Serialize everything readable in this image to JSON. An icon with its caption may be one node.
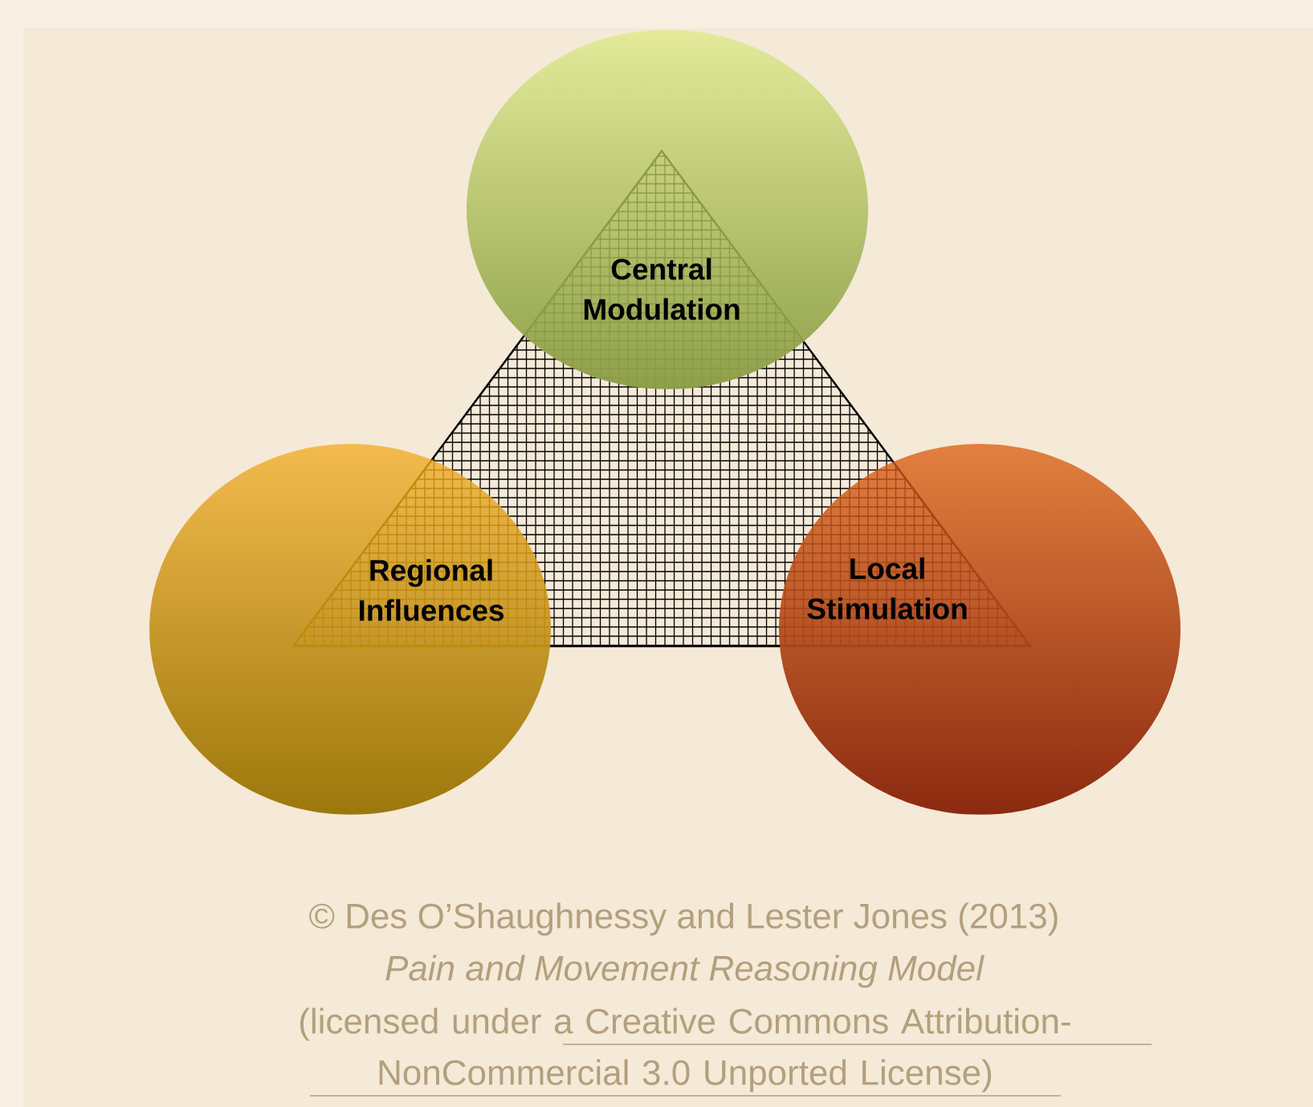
{
  "diagram": {
    "nodes": [
      {
        "text": [
          "Central Modulation"
        ]
      },
      {
        "text": [
          "Regional Influences"
        ]
      },
      {
        "text": [
          "Local Stimulation"
        ]
      }
    ],
    "labels": [
      "© Des O’Shaughnessy and Lester Jones (2013)",
      "Pain and Movement Reasoning Model",
      "(licensed under a Creative Commons Attribution-NonCommercial 3.0 Unported License)"
    ]
  }
}
